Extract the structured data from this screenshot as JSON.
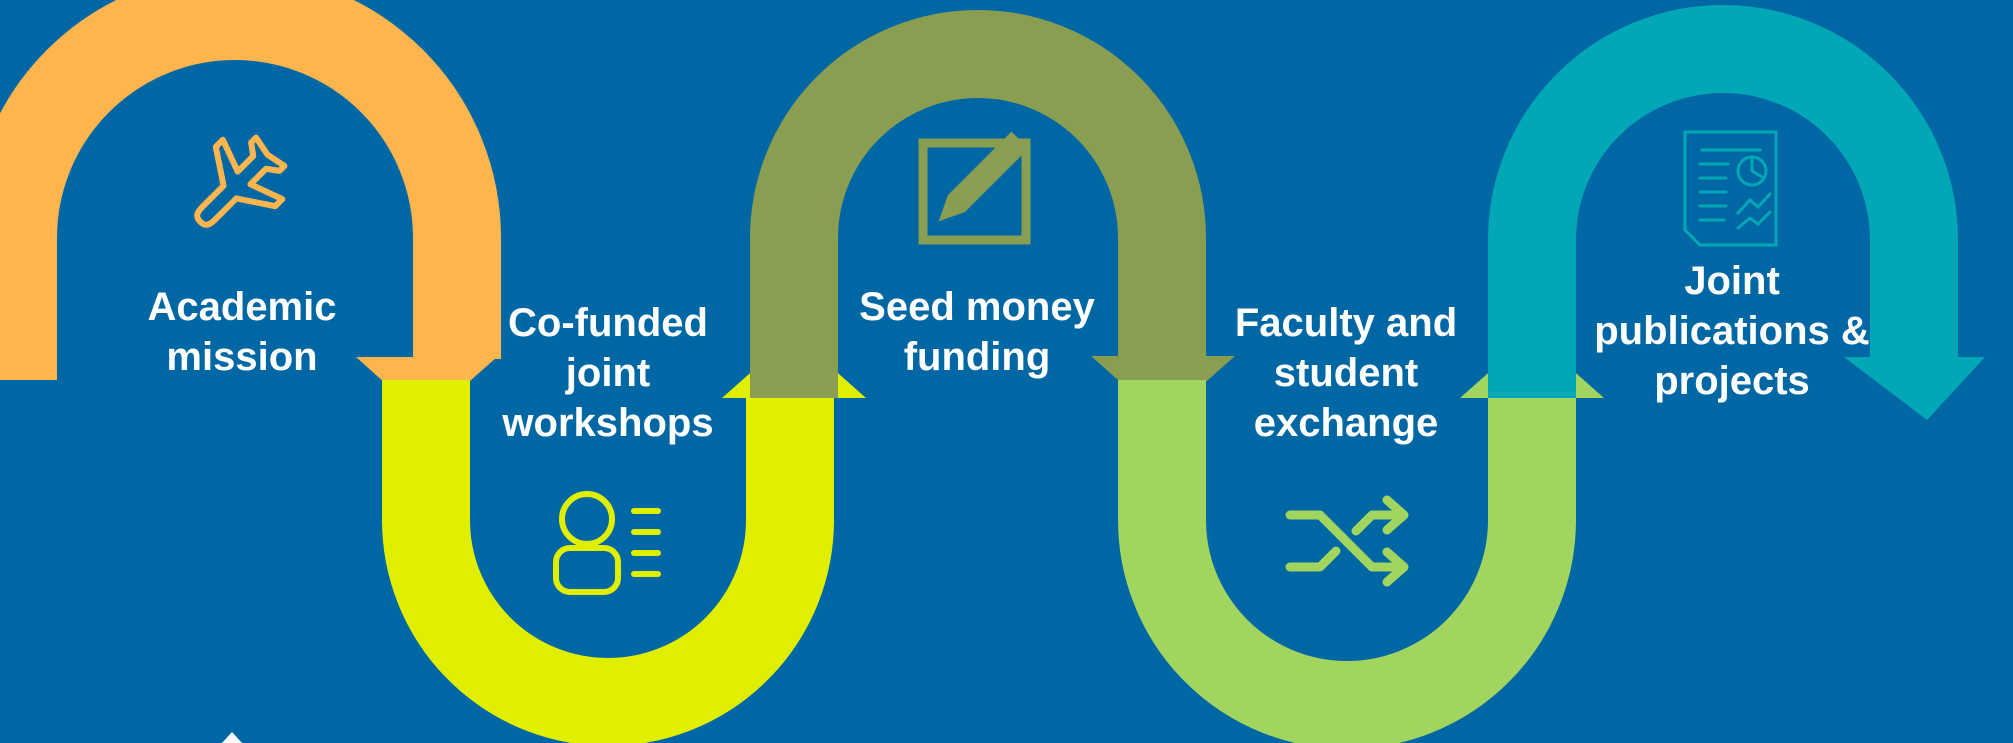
{
  "background": "#0067a5",
  "steps": [
    {
      "label": "Academic\nmission",
      "color": "#ffb54d",
      "icon": "airplane-icon"
    },
    {
      "label": "Co-funded\njoint\nworkshops",
      "color": "#e0ef00",
      "icon": "person-list-icon"
    },
    {
      "label": "Seed money\nfunding",
      "color": "#8a9e52",
      "icon": "edit-pencil-icon"
    },
    {
      "label": "Faculty and\nstudent\nexchange",
      "color": "#a1d55f",
      "icon": "shuffle-icon"
    },
    {
      "label": "Joint\npublications &\nprojects",
      "color": "#00a7b6",
      "icon": "report-document-icon"
    }
  ]
}
